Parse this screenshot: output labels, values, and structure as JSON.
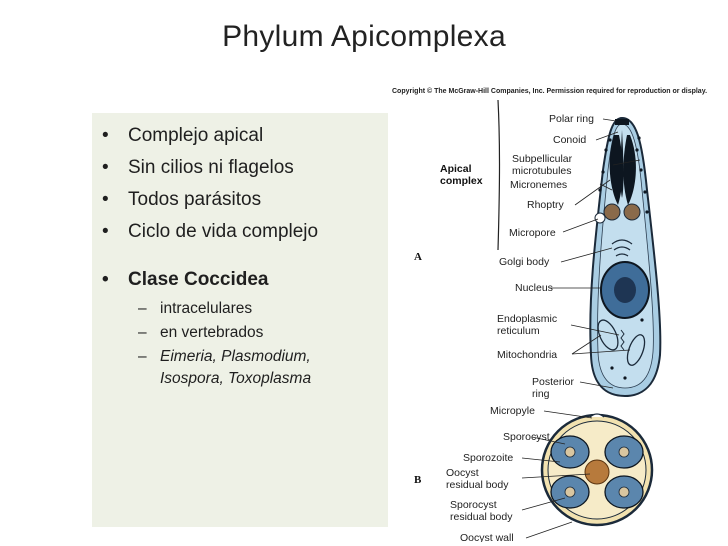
{
  "title": "Phylum Apicomplexa",
  "bullets": [
    "Complejo apical",
    "Sin cilios ni flagelos",
    "Todos parásitos",
    "Ciclo de vida complejo"
  ],
  "class_bullet": "Clase Coccidea",
  "sub_bullets": [
    "intracelulares",
    "en vertebrados"
  ],
  "genera_line1": "Eimeria, Plasmodium,",
  "genera_line2": "Isospora, Toxoplasma",
  "figure": {
    "copyright": "Copyright © The McGraw-Hill Companies, Inc. Permission required for reproduction or display.",
    "panel_a": "A",
    "panel_b": "B",
    "apical_line1": "Apical",
    "apical_line2": "complex",
    "labels": {
      "polar_ring": "Polar ring",
      "conoid": "Conoid",
      "subpellicular1": "Subpellicular",
      "subpellicular2": "microtubules",
      "micronemes": "Micronemes",
      "rhoptry": "Rhoptry",
      "micropore": "Micropore",
      "golgi": "Golgi body",
      "nucleus": "Nucleus",
      "er1": "Endoplasmic",
      "er2": "reticulum",
      "mitochondria": "Mitochondria",
      "posterior1": "Posterior",
      "posterior2": "ring",
      "micropyle": "Micropyle",
      "sporocyst": "Sporocyst",
      "sporozoite": "Sporozoite",
      "oocyst_res1": "Oocyst",
      "oocyst_res2": "residual body",
      "sporo_res1": "Sporocyst",
      "sporo_res2": "residual body",
      "oocyst_wall": "Oocyst wall"
    }
  }
}
